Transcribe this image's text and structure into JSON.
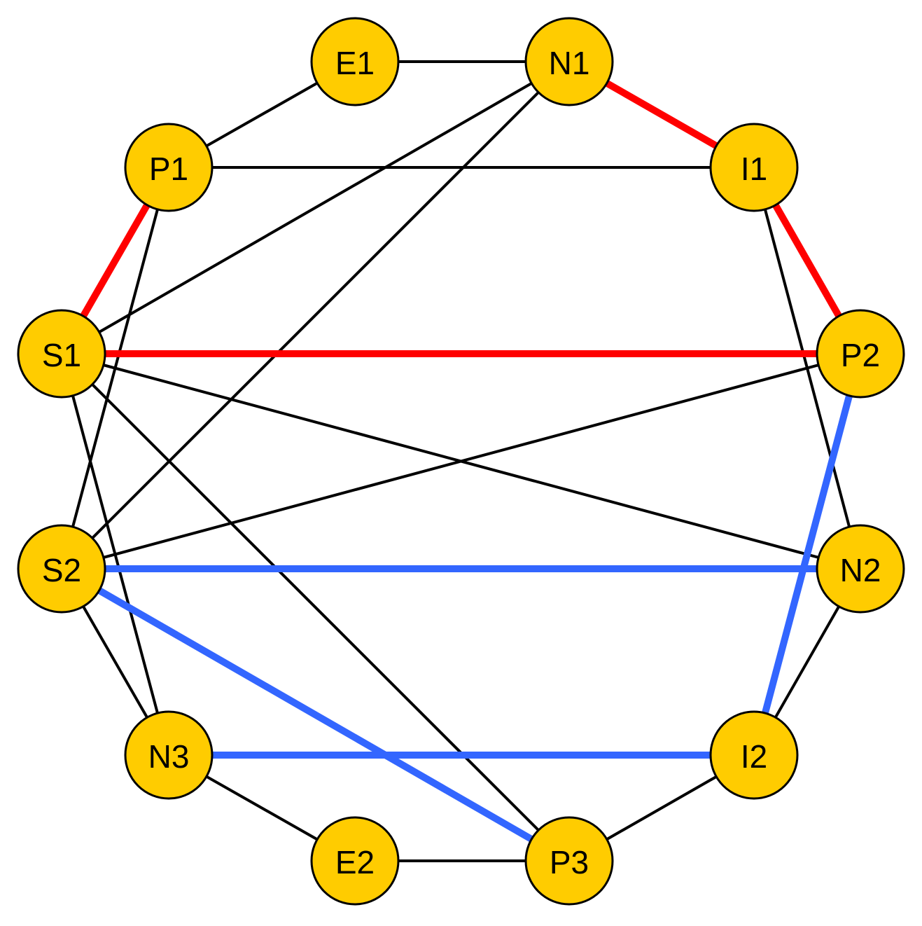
{
  "colors": {
    "node_fill": "#FFCC00",
    "node_stroke": "#000000",
    "edge_default": "#000000",
    "edge_red": "#FF0000",
    "edge_blue": "#3366FF"
  },
  "nodes": [
    {
      "id": "E1",
      "label": "E1"
    },
    {
      "id": "N1",
      "label": "N1"
    },
    {
      "id": "P1",
      "label": "P1"
    },
    {
      "id": "I1",
      "label": "I1"
    },
    {
      "id": "S1",
      "label": "S1"
    },
    {
      "id": "P2",
      "label": "P2"
    },
    {
      "id": "S2",
      "label": "S2"
    },
    {
      "id": "N2",
      "label": "N2"
    },
    {
      "id": "N3",
      "label": "N3"
    },
    {
      "id": "I2",
      "label": "I2"
    },
    {
      "id": "E2",
      "label": "E2"
    },
    {
      "id": "P3",
      "label": "P3"
    }
  ],
  "edges": [
    {
      "from": "E1",
      "to": "N1",
      "color": "black"
    },
    {
      "from": "E1",
      "to": "P1",
      "color": "black"
    },
    {
      "from": "P1",
      "to": "I1",
      "color": "black"
    },
    {
      "from": "P1",
      "to": "S2",
      "color": "black"
    },
    {
      "from": "N1",
      "to": "S1",
      "color": "black"
    },
    {
      "from": "N1",
      "to": "S2",
      "color": "black"
    },
    {
      "from": "I1",
      "to": "N2",
      "color": "black"
    },
    {
      "from": "S1",
      "to": "N2",
      "color": "black"
    },
    {
      "from": "S1",
      "to": "N3",
      "color": "black"
    },
    {
      "from": "S1",
      "to": "P3",
      "color": "black"
    },
    {
      "from": "S2",
      "to": "P2",
      "color": "black"
    },
    {
      "from": "S2",
      "to": "N3",
      "color": "black"
    },
    {
      "from": "N2",
      "to": "I2",
      "color": "black"
    },
    {
      "from": "N3",
      "to": "E2",
      "color": "black"
    },
    {
      "from": "E2",
      "to": "P3",
      "color": "black"
    },
    {
      "from": "P3",
      "to": "I2",
      "color": "black"
    },
    {
      "from": "N1",
      "to": "I1",
      "color": "red"
    },
    {
      "from": "I1",
      "to": "P2",
      "color": "red"
    },
    {
      "from": "S1",
      "to": "P2",
      "color": "red"
    },
    {
      "from": "P1",
      "to": "S1",
      "color": "red"
    },
    {
      "from": "P2",
      "to": "I2",
      "color": "blue"
    },
    {
      "from": "S2",
      "to": "N2",
      "color": "blue"
    },
    {
      "from": "S2",
      "to": "P3",
      "color": "blue"
    },
    {
      "from": "N3",
      "to": "I2",
      "color": "blue"
    }
  ]
}
